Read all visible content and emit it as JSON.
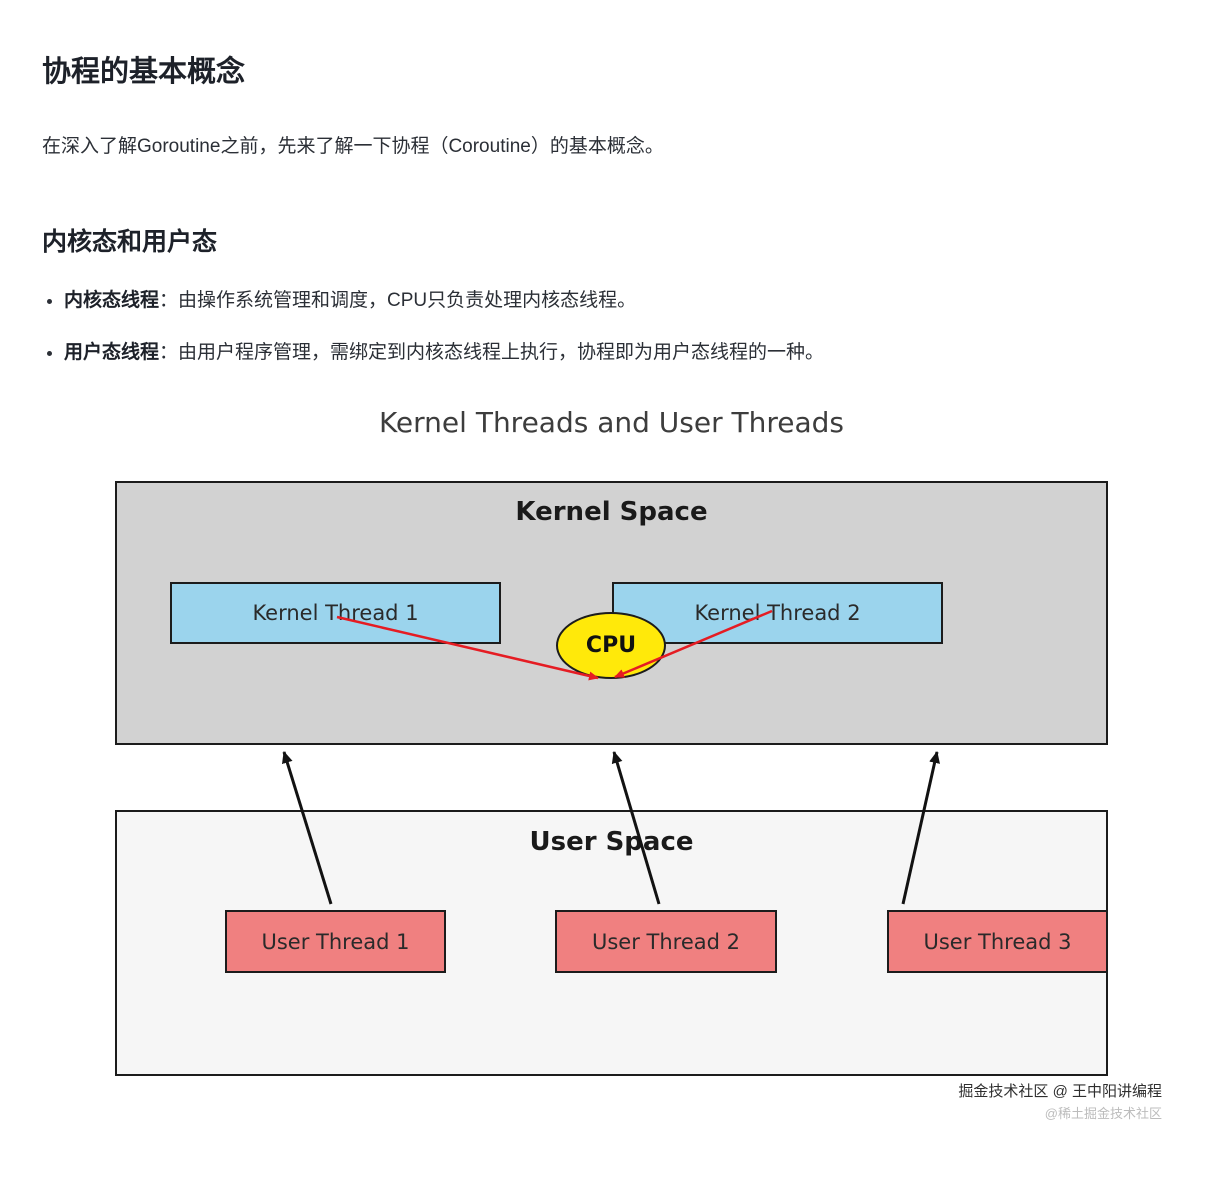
{
  "article": {
    "title": "协程的基本概念",
    "intro": "在深入了解Goroutine之前，先来了解一下协程（Coroutine）的基本概念。",
    "section_heading": "内核态和用户态",
    "bullets": [
      {
        "term": "内核态线程",
        "rest": "：由操作系统管理和调度，CPU只负责处理内核态线程。"
      },
      {
        "term": "用户态线程",
        "rest": "：由用户程序管理，需绑定到内核态线程上执行，协程即为用户态线程的一种。"
      }
    ]
  },
  "diagram": {
    "title": "Kernel Threads and User Threads",
    "kernel_space": {
      "label": "Kernel Space",
      "threads": [
        "Kernel Thread 1",
        "Kernel Thread 2"
      ],
      "cpu_label": "CPU"
    },
    "user_space": {
      "label": "User Space",
      "threads": [
        "User Thread 1",
        "User Thread 2",
        "User Thread 3"
      ]
    }
  },
  "watermark": {
    "line1": "掘金技术社区 @ 王中阳讲编程",
    "line2": "@稀土掘金技术社区"
  },
  "colors": {
    "kernel_space_bg": "#d2d2d2",
    "kernel_thread_bg": "#9bd4ed",
    "cpu_bg": "#ffe90a",
    "user_space_bg": "#f6f6f6",
    "user_thread_bg": "#f08080",
    "red_arrow": "#e51c23",
    "black_arrow": "#121212"
  }
}
